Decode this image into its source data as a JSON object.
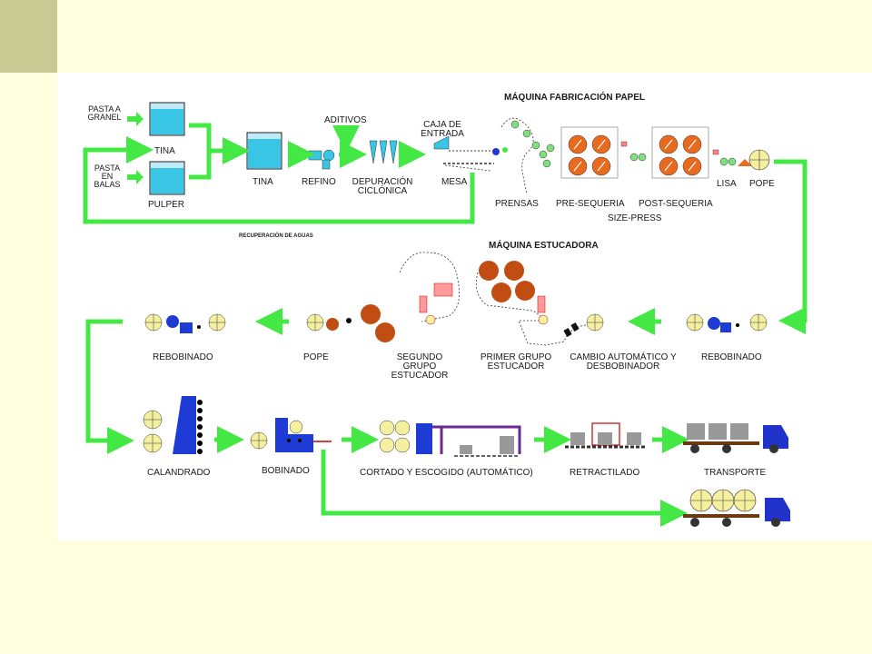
{
  "colors": {
    "background": "#ffffe0",
    "corner": "#c9c993",
    "panel": "#ffffff",
    "arrow": "#44e844",
    "tank": "#39c6e6",
    "orange": "#e86a1e",
    "brown": "#c24d12",
    "blue": "#1e3bd6",
    "truck": "#2233cc"
  },
  "titles": {
    "paper_machine": "MÁQUINA FABRICACIÓN PAPEL",
    "coating_machine": "MÁQUINA ESTUCADORA"
  },
  "inputs": {
    "pasta_granel": "PASTA A GRANEL",
    "pasta_balas": "PASTA EN BALAS"
  },
  "row1": {
    "tina1": "TINA",
    "pulper": "PULPER",
    "tina2": "TINA",
    "refino": "REFINO",
    "aditivos": "ADITIVOS",
    "depuracion": "DEPURACIÓN CICLÓNICA",
    "caja_entrada": "CAJA DE ENTRADA",
    "mesa": "MESA",
    "prensas": "PRENSAS",
    "pre_sequeria": "PRE-SEQUERIA",
    "post_sequeria": "POST-SEQUERIA",
    "size_press": "SIZE-PRESS",
    "lisa": "LISA",
    "pope": "POPE",
    "recuperacion": "RECUPERACIÓN DE AGUAS"
  },
  "row2": {
    "rebobinado_left": "REBOBINADO",
    "pope": "POPE",
    "segundo_grupo": "SEGUNDO GRUPO ESTUCADOR",
    "primer_grupo": "PRIMER GRUPO ESTUCADOR",
    "cambio": "CAMBIO AUTOMÁTICO Y DESBOBINADOR",
    "rebobinado_right": "REBOBINADO"
  },
  "row3": {
    "calandrado": "CALANDRADO",
    "bobinado": "BOBINADO",
    "cortado": "CORTADO Y ESCOGIDO (AUTOMÁTICO)",
    "retractilado": "RETRACTILADO",
    "transporte": "TRANSPORTE"
  }
}
